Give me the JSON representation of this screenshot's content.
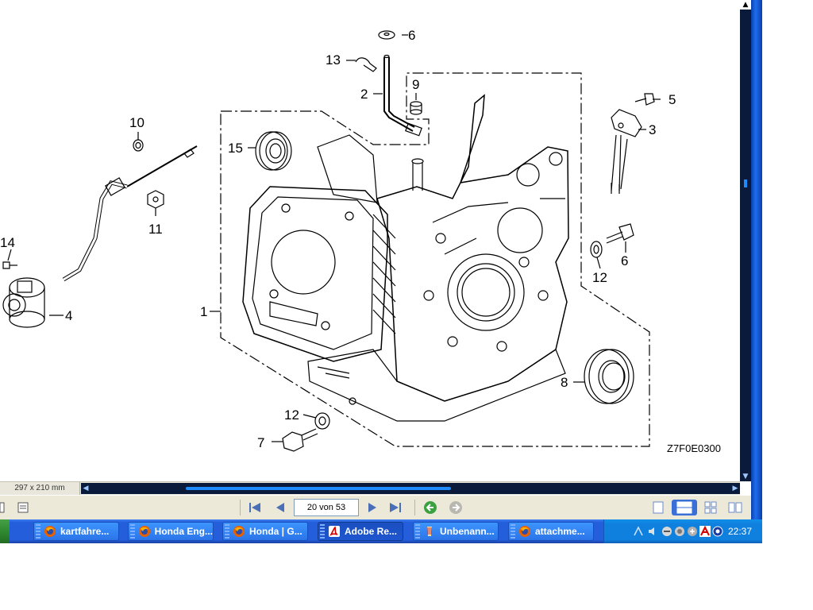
{
  "diagram": {
    "callouts": [
      "1",
      "2",
      "3",
      "4",
      "5",
      "6",
      "6",
      "7",
      "8",
      "9",
      "10",
      "11",
      "12",
      "12",
      "13",
      "14",
      "15"
    ],
    "reference_code": "Z7F0E0300"
  },
  "status": {
    "page_size": "297 x 210 mm"
  },
  "navigation": {
    "page_field": "20 von 53"
  },
  "taskbar": {
    "tasks": [
      {
        "label": "kartfahre...",
        "icon": "firefox-icon"
      },
      {
        "label": "Honda Eng...",
        "icon": "firefox-icon"
      },
      {
        "label": "Honda | G...",
        "icon": "firefox-icon"
      },
      {
        "label": "Adobe Re...",
        "icon": "adobe-reader-icon",
        "active": true
      },
      {
        "label": "Unbenann...",
        "icon": "paint-icon"
      },
      {
        "label": "attachme...",
        "icon": "firefox-icon"
      }
    ],
    "clock": "22:37"
  },
  "colors": {
    "taskbar_blue": "#245edb",
    "tray_blue": "#0f80dd",
    "scroll_thumb": "#1e8cff",
    "toolbar_bg": "#ece9d8"
  }
}
